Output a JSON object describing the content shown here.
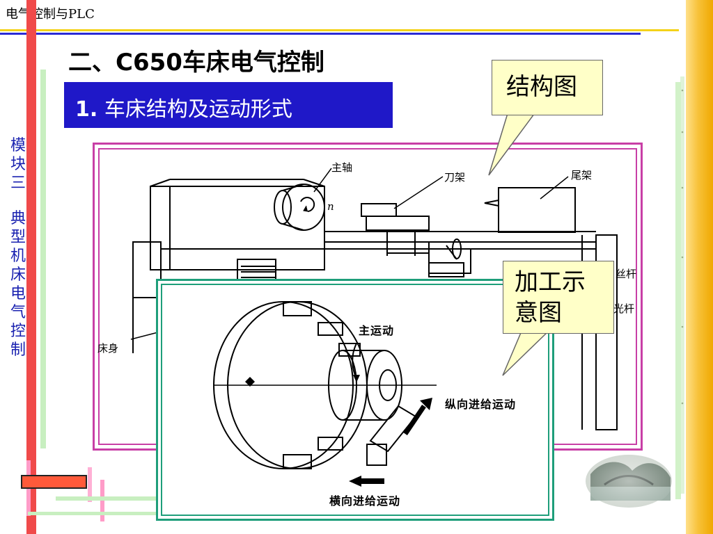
{
  "header": {
    "course_title": "电气控制与PLC"
  },
  "slide": {
    "title": "二、C650车床电气控制",
    "section_number": "1.",
    "section_title": "车床结构及运动形式"
  },
  "sidebar": {
    "module_chars": [
      "模",
      "块",
      "三",
      "典",
      "型",
      "机",
      "床",
      "电",
      "气",
      "控",
      "制"
    ]
  },
  "callouts": {
    "structure": "结构图",
    "process_line1": "加工示",
    "process_line2": "意图"
  },
  "lathe_labels": {
    "spindle": "主轴",
    "spindle_n": "n",
    "tool_rest": "刀架",
    "tailstock": "尾架",
    "lead_screw_partial": "丝杆",
    "polish_rod_partial": "光杆",
    "bed": "床身"
  },
  "process_labels": {
    "main_motion": "主运动",
    "longitudinal_feed": "纵向进给运动",
    "transverse_feed": "横向进给运动"
  },
  "colors": {
    "banner_blue": "#1f18c8",
    "frame_magenta": "#c83fa6",
    "frame_green": "#1e9e7a",
    "callout_fill": "#ffffc8",
    "header_yellow": "#f4d21a",
    "header_blue": "#2b2bd6"
  }
}
